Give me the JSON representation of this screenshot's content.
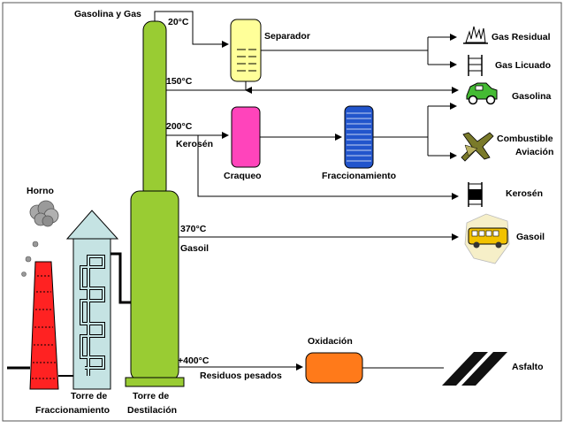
{
  "labels": {
    "gasolina_y_gas": "Gasolina y Gas",
    "t20": "20°C",
    "separador": "Separador",
    "gas_residual": "Gas Residual",
    "gas_licuado": "Gas Licuado",
    "t150": "150°C",
    "gasolina": "Gasolina",
    "t200": "200°C",
    "kerosen_line": "Kerosén",
    "craqueo": "Craqueo",
    "fraccionamiento": "Fraccionamiento",
    "combustible": "Combustible",
    "aviacion": "Aviación",
    "kerosen": "Kerosén",
    "horno": "Horno",
    "t370": "370°C",
    "gasoil_line": "Gasoil",
    "gasoil": "Gasoil",
    "oxidacion": "Oxidación",
    "t400": "+400°C",
    "residuos_pesados": "Residuos pesados",
    "asfalto": "Asfalto",
    "torre_fracc_1": "Torre de",
    "torre_fracc_2": "Fraccionamiento",
    "torre_dest_1": "Torre de",
    "torre_dest_2": "Destilación"
  },
  "colors": {
    "tower": "#99cc33",
    "furnace": "#ff2222",
    "heat_tower": "#c5e3e3",
    "separator": "#ffff99",
    "cracking": "#ff44bb",
    "fractionator": "#2255cc",
    "oxidation": "#ff7a1a",
    "smoke": "#a0a0a0"
  },
  "icons": [
    "flame-icon",
    "ladder-icon",
    "car-icon",
    "airplane-icon",
    "barrel-icon",
    "bus-icon",
    "road-icon",
    "smoke-icon"
  ]
}
